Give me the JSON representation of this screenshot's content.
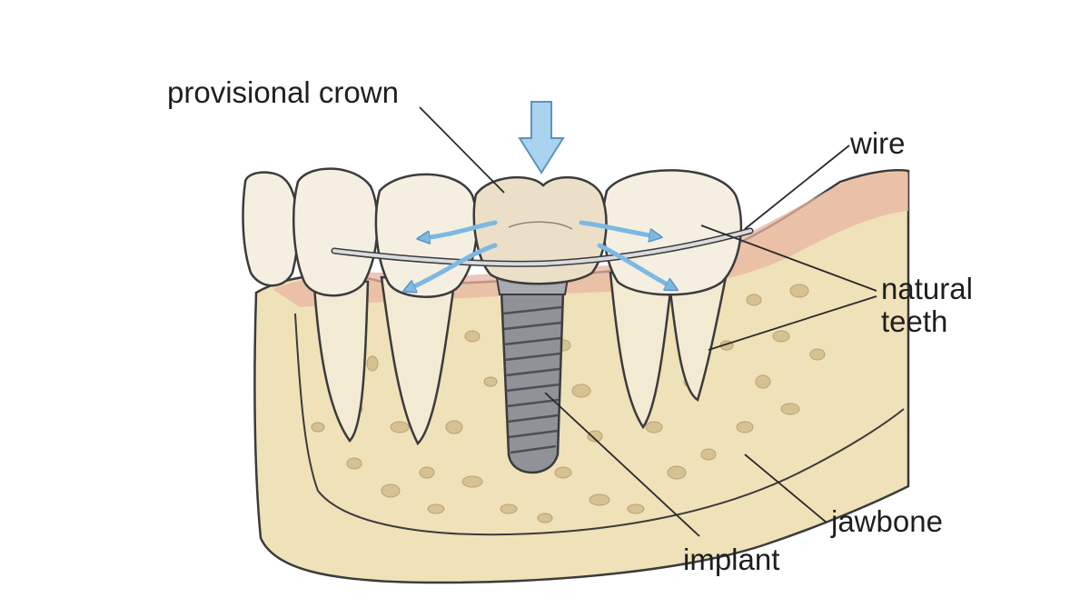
{
  "labels": {
    "provisional_crown": "provisional crown",
    "wire": "wire",
    "natural_teeth_line1": "natural",
    "natural_teeth_line2": "teeth",
    "jawbone": "jawbone",
    "implant": "implant"
  },
  "colors": {
    "bone": "#efe1b8",
    "bone_shade": "#e2cf9c",
    "trabecular": "#cdb98c",
    "gum": "#e8b4a2",
    "tooth": "#f4efe1",
    "crown": "#ebe0c7",
    "implant_metal": "#8f9398",
    "wire": "#b9bcc0",
    "arrow": "#a9d3ef",
    "arrow_stroke": "#5c93c2",
    "outline": "#3b3b3b"
  },
  "icons": {
    "force_arrow": "arrow-down-icon",
    "movement_arrows": "curved-arrow-icon"
  }
}
